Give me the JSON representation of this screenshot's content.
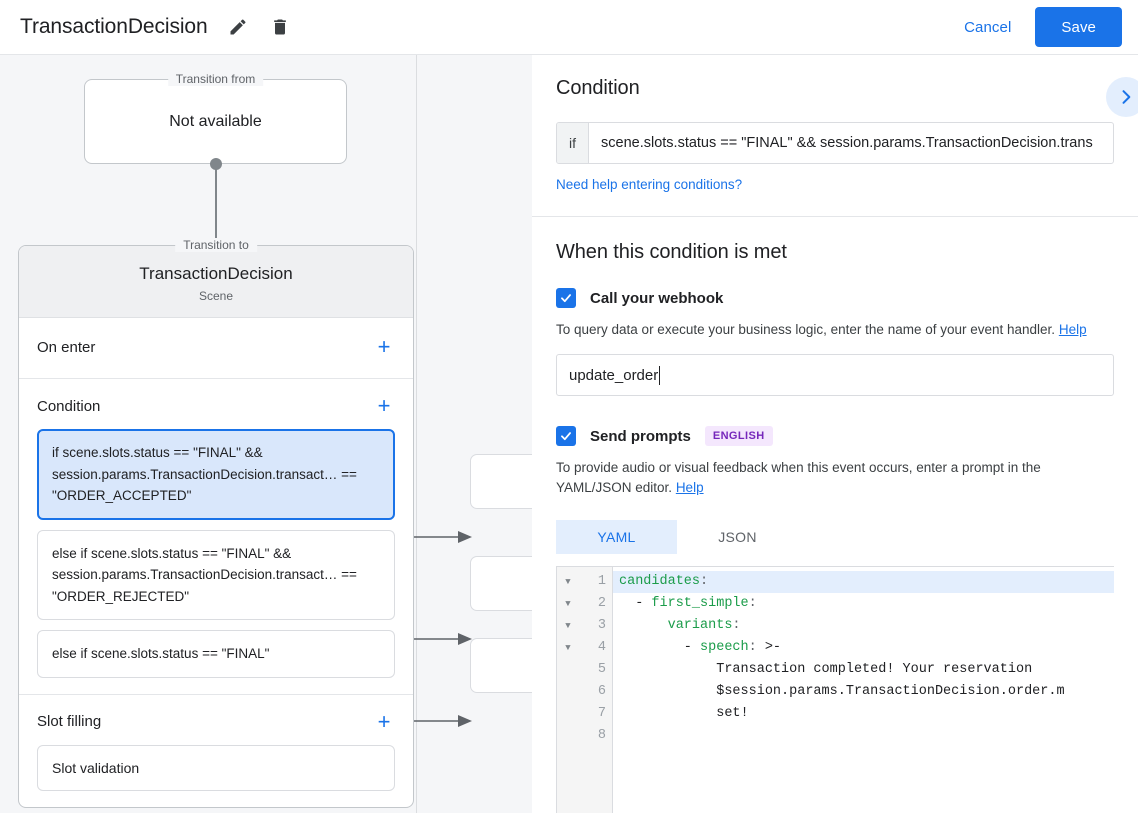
{
  "topbar": {
    "title": "TransactionDecision",
    "edit_icon": "pencil-icon",
    "delete_icon": "trash-icon",
    "cancel_label": "Cancel",
    "save_label": "Save",
    "accent_color": "#1a73e8"
  },
  "canvas": {
    "transition_from": {
      "legend": "Transition from",
      "value": "Not available"
    },
    "transition_to": {
      "legend": "Transition to",
      "name": "TransactionDecision",
      "type": "Scene"
    },
    "sections": [
      {
        "title": "On enter",
        "add_label": "+"
      },
      {
        "title": "Condition",
        "add_label": "+"
      },
      {
        "title": "Slot filling",
        "add_label": "+"
      }
    ],
    "conditions": [
      {
        "text": "if scene.slots.status == \"FINAL\" && session.params.TransactionDecision.transact… == \"ORDER_ACCEPTED\"",
        "selected": true
      },
      {
        "text": "else if scene.slots.status == \"FINAL\" && session.params.TransactionDecision.transact… == \"ORDER_REJECTED\"",
        "selected": false
      },
      {
        "text": "else if scene.slots.status == \"FINAL\"",
        "selected": false
      }
    ],
    "slot_filling_items": [
      {
        "text": "Slot validation"
      }
    ]
  },
  "panel": {
    "title": "Condition",
    "expand_icon": "chevron-right-icon",
    "condition": {
      "prefix": "if",
      "value": "scene.slots.status == \"FINAL\" && session.params.TransactionDecision.trans",
      "help_link": "Need help entering conditions?"
    },
    "when_title": "When this condition is met",
    "webhook": {
      "checked": true,
      "label": "Call your webhook",
      "helper": "To query data or execute your business logic, enter the name of your event handler.",
      "help_label": "Help",
      "value": "update_order"
    },
    "prompts": {
      "checked": true,
      "label": "Send prompts",
      "badge": "ENGLISH",
      "helper": "To provide audio or visual feedback when this event occurs, enter a prompt in the YAML/JSON editor.",
      "help_label": "Help",
      "tabs": [
        {
          "label": "YAML",
          "active": true
        },
        {
          "label": "JSON",
          "active": false
        }
      ],
      "editor": {
        "line_numbers": [
          "1",
          "2",
          "3",
          "4",
          "5",
          "6",
          "7",
          "8"
        ],
        "fold_rows": [
          true,
          true,
          true,
          true,
          false,
          false,
          false,
          false
        ],
        "lines": [
          "candidates:",
          "  - first_simple:",
          "      variants:",
          "        - speech: >-",
          "            Transaction completed! Your reservation",
          "            $session.params.TransactionDecision.order.m",
          "            set!",
          ""
        ],
        "highlight_line": 1
      }
    }
  }
}
